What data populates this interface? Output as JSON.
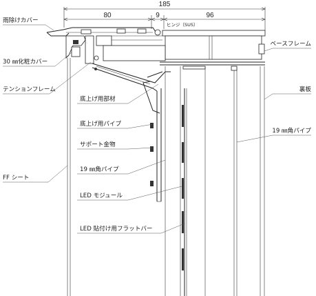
{
  "dimensions": {
    "overall": "185",
    "left": "80",
    "middle": "9",
    "right": "96",
    "hinge": "ヒンジ（SUS）"
  },
  "labels": {
    "rain_cover": "雨除けカバー",
    "decor_cover": "30 ㎜化粧カバー",
    "tension_frame": "テンションフレーム",
    "ff_sheet": "FF シート",
    "base_frame": "ベースフレーム",
    "back_panel": "裏板",
    "square_pipe_right": "19 ㎜角パイプ",
    "bottom_member": "底上げ用部材",
    "bottom_pipe": "底上げ用パイプ",
    "support_bracket": "サポート金物",
    "square_pipe_left": "19 ㎜角パイプ",
    "led_module": "LED モジュール",
    "led_flat_bar": "LED 貼付け用フラットバー"
  }
}
